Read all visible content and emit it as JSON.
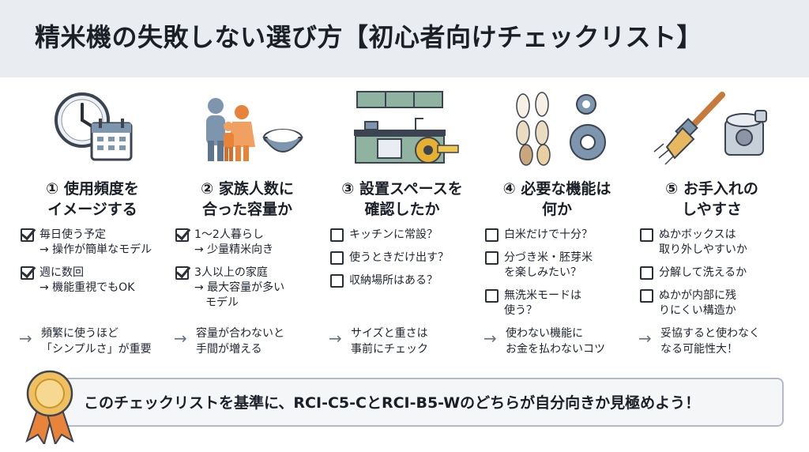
{
  "title": "精米機の失敗しない選び方【初心者向けチェックリスト】",
  "columns": [
    {
      "icon": "clock-calendar-icon",
      "title1": "① 使用頻度を",
      "title2": "イメージする",
      "items": [
        {
          "checked": true,
          "l1": "毎日使う予定",
          "l2": "→ 操作が簡単なモデル"
        },
        {
          "checked": true,
          "l1": "週に数回",
          "l2": "→ 機能重視でもOK"
        }
      ],
      "tip1": "頻繁に使うほど",
      "tip2": "「シンプルさ」が重要"
    },
    {
      "icon": "family-rice-bowl-icon",
      "title1": "② 家族人数に",
      "title2": "合った容量か",
      "items": [
        {
          "checked": true,
          "l1": "1〜2人暮らし",
          "l2": "→ 少量精米向き"
        },
        {
          "checked": true,
          "l1": "3人以上の家庭",
          "l2": "→ 最大容量が多い",
          "l3": "モデル"
        }
      ],
      "tip1": "容量が合わないと",
      "tip2": "手間が増える"
    },
    {
      "icon": "kitchen-tape-measure-icon",
      "title1": "③ 設置スペースを",
      "title2": "確認したか",
      "items": [
        {
          "checked": false,
          "l1": "キッチンに常設？",
          "l2": ""
        },
        {
          "checked": false,
          "l1": "使うときだけ出す？",
          "l2": ""
        },
        {
          "checked": false,
          "l1": "収納場所はある？",
          "l2": ""
        }
      ],
      "tip1": "サイズと重さは",
      "tip2": "事前にチェック"
    },
    {
      "icon": "rice-grains-gears-icon",
      "title1": "④ 必要な機能は",
      "title2": "何か",
      "items": [
        {
          "checked": false,
          "l1": "白米だけで十分？",
          "l2": ""
        },
        {
          "checked": false,
          "l1": "分づき米・胚芽米",
          "l2": "を楽しみたい？"
        },
        {
          "checked": false,
          "l1": "無洗米モードは",
          "l2": "使う？"
        }
      ],
      "tip1": "使わない機能に",
      "tip2": "お金を払わないコツ"
    },
    {
      "icon": "brush-machine-part-icon",
      "title1": "⑤ お手入れの",
      "title2": "しやすさ",
      "items": [
        {
          "checked": false,
          "l1": "ぬかボックスは",
          "l2": "取り外しやすいか"
        },
        {
          "checked": false,
          "l1": "分解して洗えるか",
          "l2": ""
        },
        {
          "checked": false,
          "l1": "ぬかが内部に残",
          "l2": "りにくい構造か"
        }
      ],
      "tip1": "妥協すると使わなく",
      "tip2": "なる可能性大！"
    }
  ],
  "banner": "このチェックリストを基準に、RCI-C5-CとRCI-B5-Wのどちらが自分向きか見極めよう！",
  "colors": {
    "header_bg": "#e9edf1",
    "accent_orange": "#e8833a",
    "slate_blue": "#7d95ad"
  }
}
